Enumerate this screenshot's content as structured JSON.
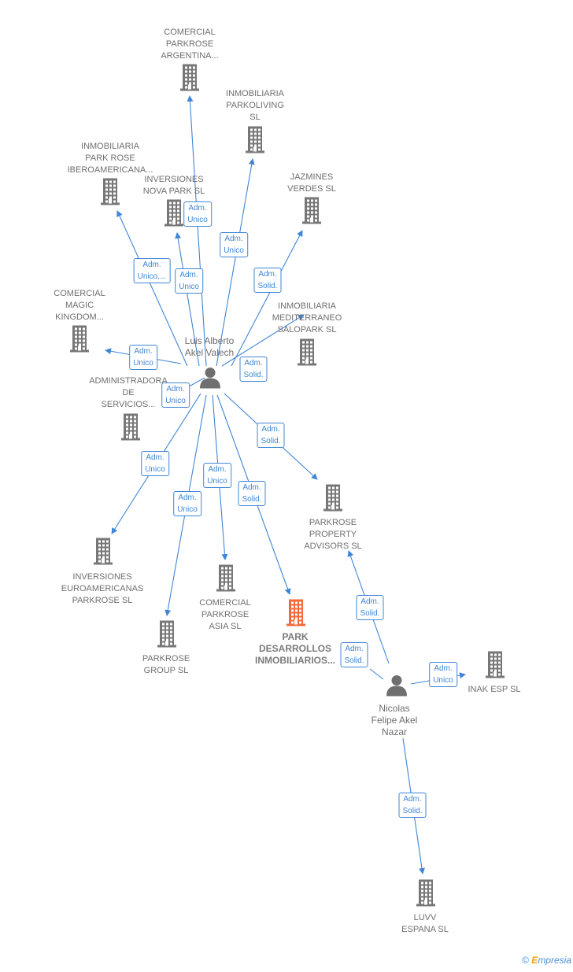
{
  "companies": [
    {
      "id": "comercial-parkrose-argentina",
      "label": "COMERCIAL\nPARKROSE\nARGENTINA..."
    },
    {
      "id": "inmobiliaria-parkoliving",
      "label": "INMOBILIARIA\nPARKOLIVING\nSL"
    },
    {
      "id": "inmobiliaria-park-rose",
      "label": "INMOBILIARIA\nPARK ROSE\nIBEROAMERICANA..."
    },
    {
      "id": "inversiones-nova-park",
      "label": "INVERSIONES\nNOVA PARK  SL"
    },
    {
      "id": "jazmines-verdes",
      "label": "JAZMINES\nVERDES  SL"
    },
    {
      "id": "comercial-magic-kingdom",
      "label": "COMERCIAL\nMAGIC\nKINGDOM..."
    },
    {
      "id": "inmobiliaria-mediterraneo",
      "label": "INMOBILIARIA\nMEDITERRANEO\nSALOPARK  SL"
    },
    {
      "id": "administradora-servicios",
      "label": "ADMINISTRADORA\nDE\nSERVICIOS..."
    },
    {
      "id": "parkrose-property",
      "label": "PARKROSE\nPROPERTY\nADVISORS  SL"
    },
    {
      "id": "inversiones-euroamericanas",
      "label": "INVERSIONES\nEUROAMERICANAS\nPARKROSE  SL"
    },
    {
      "id": "comercial-parkrose-asia",
      "label": "COMERCIAL\nPARKROSE\nASIA  SL"
    },
    {
      "id": "park-desarrollos",
      "label": "PARK\nDESARROLLOS\nINMOBILIARIOS..."
    },
    {
      "id": "parkrose-group",
      "label": "PARKROSE\nGROUP  SL"
    },
    {
      "id": "inak-esp",
      "label": "INAK ESP  SL"
    },
    {
      "id": "luvv-espana",
      "label": "LUVV\nESPANA  SL"
    }
  ],
  "persons": [
    {
      "id": "luis-alberto",
      "label": "Luis Alberto\nAkel Valech"
    },
    {
      "id": "nicolas-felipe",
      "label": "Nicolas\nFelipe Akel\nNazar"
    }
  ],
  "relations": [
    {
      "id": "r1",
      "label": "Adm.\nUnico"
    },
    {
      "id": "r2",
      "label": "Adm.\nUnico"
    },
    {
      "id": "r3",
      "label": "Adm.\nUnico,..."
    },
    {
      "id": "r4",
      "label": "Adm.\nUnico"
    },
    {
      "id": "r5",
      "label": "Adm.\nSolid."
    },
    {
      "id": "r6",
      "label": "Adm.\nUnico"
    },
    {
      "id": "r7",
      "label": "Adm.\nSolid."
    },
    {
      "id": "r8",
      "label": "Adm.\nUnico"
    },
    {
      "id": "r9",
      "label": "Adm.\nSolid."
    },
    {
      "id": "r10",
      "label": "Adm.\nUnico"
    },
    {
      "id": "r11",
      "label": "Adm.\nUnico"
    },
    {
      "id": "r12",
      "label": "Adm.\nUnico"
    },
    {
      "id": "r13",
      "label": "Adm.\nSolid."
    },
    {
      "id": "r14",
      "label": "Adm.\nSolid."
    },
    {
      "id": "r15",
      "label": "Adm.\nSolid."
    },
    {
      "id": "r16",
      "label": "Adm.\nUnico"
    },
    {
      "id": "r17",
      "label": "Adm.\nSolid."
    }
  ],
  "colors": {
    "edge": "#3f86d6",
    "building": "#777777",
    "focus_building": "#f26a3b",
    "person": "#6f6f6f"
  },
  "footer": {
    "copyright": "©",
    "brand_first": "E",
    "brand_rest": "mpresia"
  }
}
